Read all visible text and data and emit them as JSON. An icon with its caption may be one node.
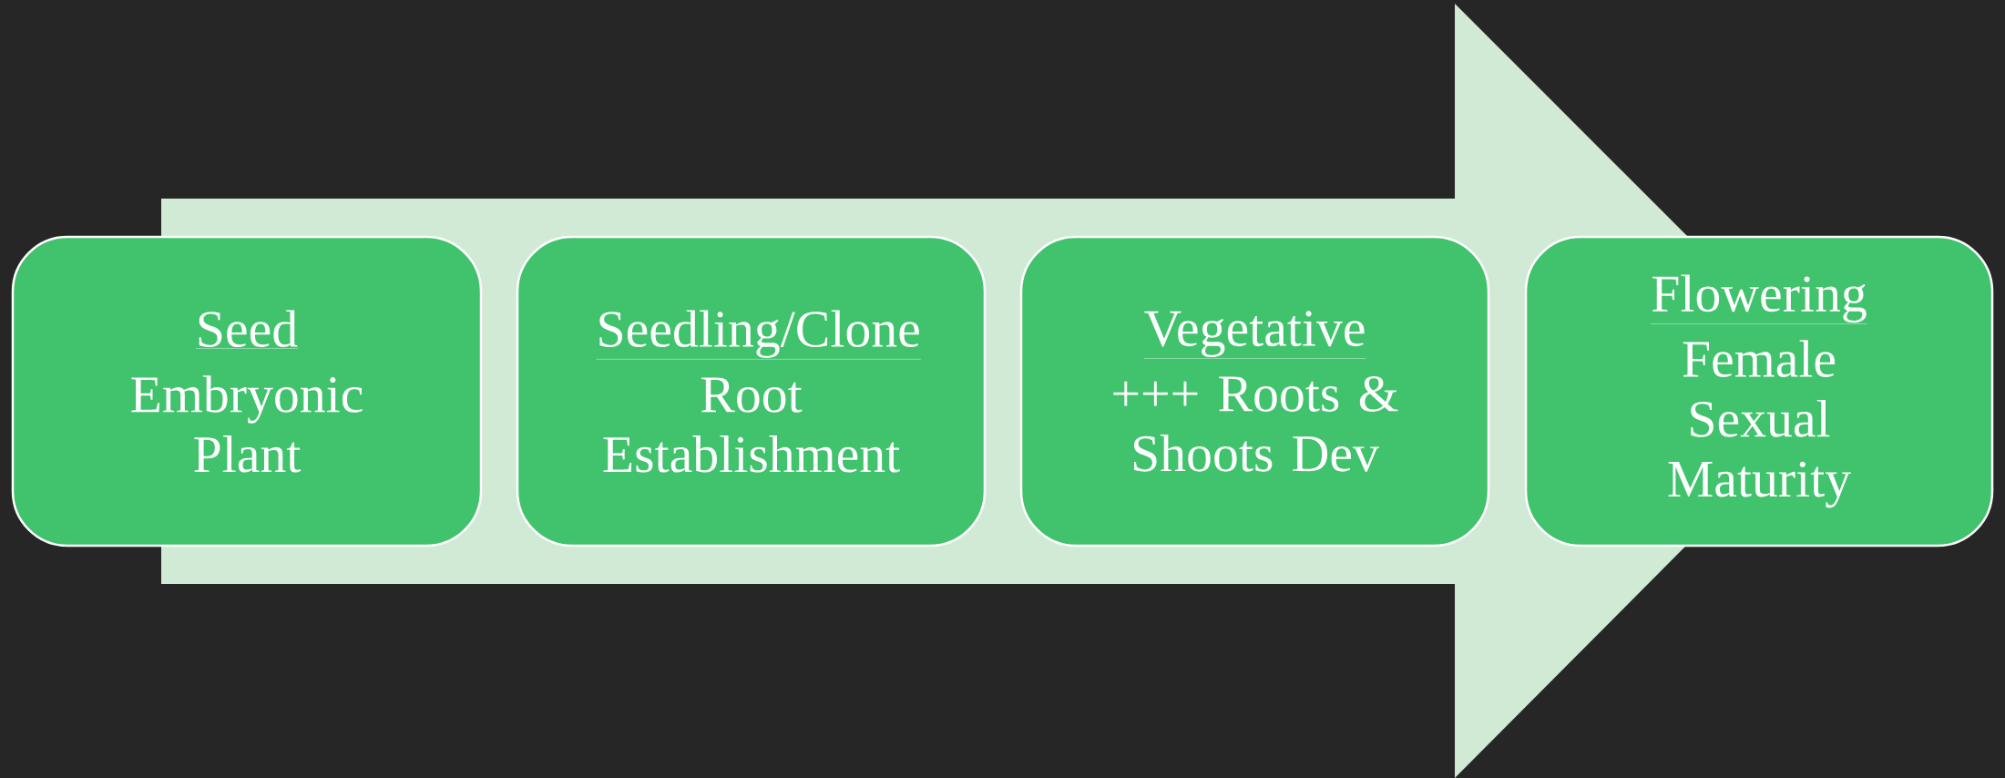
{
  "diagram": {
    "nodes": [
      {
        "text": [
          "Seed",
          "Embryonic Plant"
        ]
      },
      {
        "text": [
          "Seedling/Clone",
          "Root Establishment"
        ]
      },
      {
        "text": [
          "Vegetative",
          "+++ Roots & Shoots Dev"
        ]
      },
      {
        "text": [
          "Flowering",
          "Female Sexual Maturity"
        ]
      }
    ],
    "edges": [
      {
        "from": 0,
        "to": 3,
        "arrow": "to"
      }
    ]
  }
}
